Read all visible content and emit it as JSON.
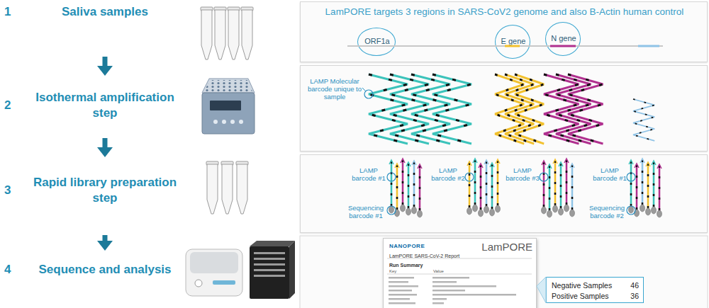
{
  "diagram": {
    "nodes": [
      {
        "text": [
          "1",
          "Saliva samples"
        ]
      },
      {
        "text": [
          "2",
          "Isothermal amplification step"
        ]
      },
      {
        "text": [
          "3",
          "Rapid library preparation step"
        ]
      },
      {
        "text": [
          "4",
          "Sequence and analysis"
        ]
      },
      {
        "text": [
          "LamPORE targets 3 regions in SARS-CoV2 genome and also B-Actin human control"
        ]
      },
      {
        "text": [
          "ORF1a"
        ],
        "in": 4
      },
      {
        "text": [
          "E gene"
        ],
        "in": 4
      },
      {
        "text": [
          "N gene"
        ],
        "in": 4
      },
      {
        "text": [
          "LAMP Molecular barcode unique to sample"
        ]
      },
      {
        "text": [
          "LAMP barcode #1",
          "Sequencing barcode #1",
          "LAMP barcode #2",
          "LAMP barcode #3",
          "LAMP barcode #1",
          "Sequencing barcode #2"
        ]
      },
      {
        "text": [
          "NANOPORE",
          "LamPORE",
          "LamPORE SARS-CoV-2 Report",
          "Run Summary",
          "Key",
          "Value"
        ]
      },
      {
        "text": [
          "Negative Samples",
          "46",
          "Positive Samples",
          "36"
        ]
      }
    ],
    "edges": [
      {
        "from": 0,
        "to": 1,
        "arrow": "to"
      },
      {
        "from": 1,
        "to": 2,
        "arrow": "to"
      },
      {
        "from": 2,
        "to": 3,
        "arrow": "to"
      },
      {
        "from": 10,
        "to": 11,
        "arrow": "none"
      }
    ]
  }
}
